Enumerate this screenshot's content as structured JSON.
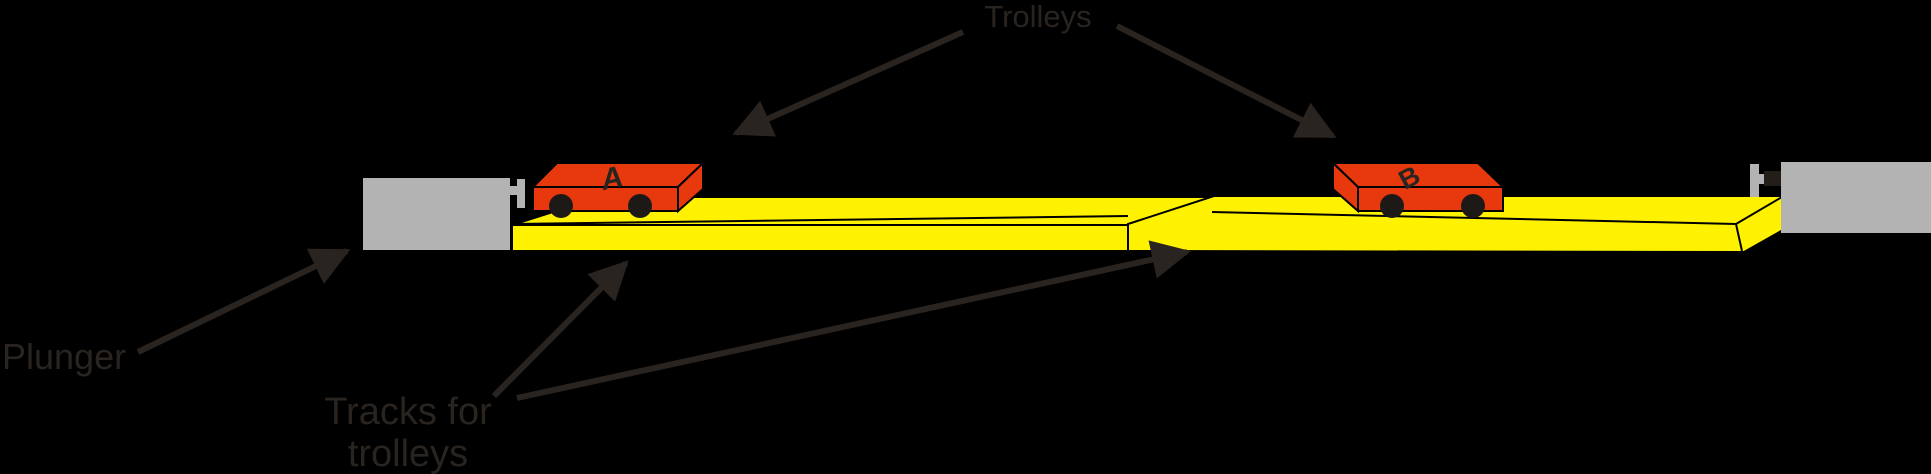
{
  "diagram": {
    "trolleys_label": "Trolleys",
    "plunger_label": "Plunger",
    "tracks_label": {
      "line1": "Tracks for",
      "line2": "trolleys"
    },
    "trolley_a": {
      "letter": "A"
    },
    "trolley_b": {
      "letter": "B"
    },
    "colors": {
      "background": "#000000",
      "track_yellow": "#FFF200",
      "trolley_red": "#E8390E",
      "plunger_gray": "#B3B3B3",
      "rod_dark": "#241E19",
      "wheel_black": "#1D1916",
      "label_ink": "#2A2420"
    }
  }
}
